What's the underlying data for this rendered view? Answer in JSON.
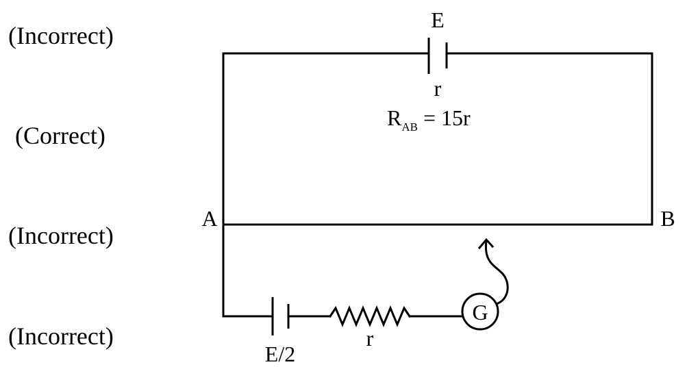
{
  "option_statuses": [
    "(Incorrect)",
    "(Correct)",
    "(Incorrect)",
    "(Incorrect)"
  ],
  "circuit": {
    "main_cell_label": "E",
    "main_cell_resistance_label": "r",
    "wire_resistance_symbol": "R",
    "wire_resistance_subscript": "AB",
    "wire_resistance_value": " = 15r",
    "node_a_label": "A",
    "node_b_label": "B",
    "secondary_cell_label": "E/2",
    "series_resistor_label": "r",
    "galvanometer_label": "G"
  }
}
